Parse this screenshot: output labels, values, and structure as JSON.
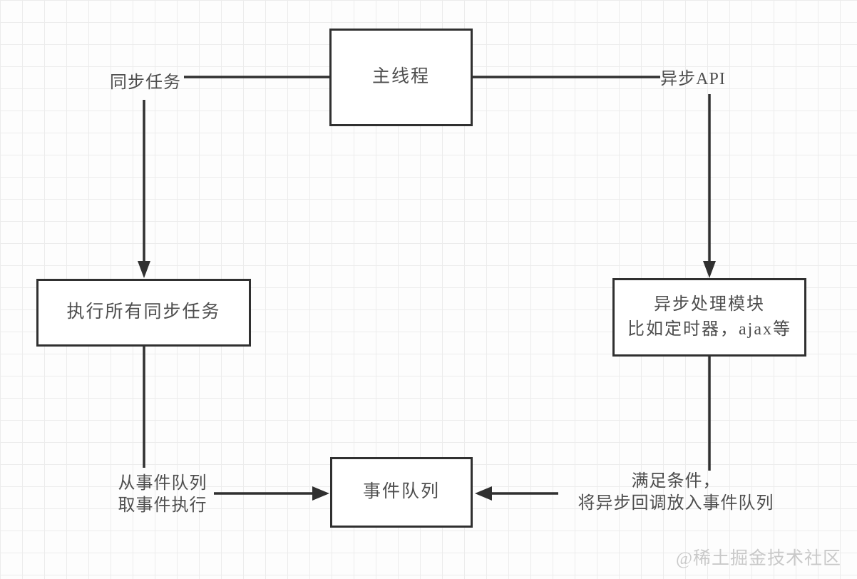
{
  "diagram": {
    "title_semantic": "js-event-loop-flowchart",
    "nodes": {
      "main_thread": {
        "label": "主线程"
      },
      "exec_sync": {
        "label": "执行所有同步任务"
      },
      "async_module": {
        "line1": "异步处理模块",
        "line2": "比如定时器，ajax等"
      },
      "event_queue": {
        "label": "事件队列"
      }
    },
    "edge_labels": {
      "sync_task": "同步任务",
      "async_api": "异步API",
      "take_events_line1": "从事件队列",
      "take_events_line2": "取事件执行",
      "condition_line1": "满足条件，",
      "condition_line2": "将异步回调放入事件队列"
    },
    "watermark": "@稀土掘金技术社区",
    "colors": {
      "line_color": "#303030",
      "text_color": "#4e4e4e",
      "bg_color": "#fdfdfd",
      "grid_color": "#ececec",
      "node_bg": "#ffffff",
      "watermark_color": "#c9c9c9"
    }
  }
}
